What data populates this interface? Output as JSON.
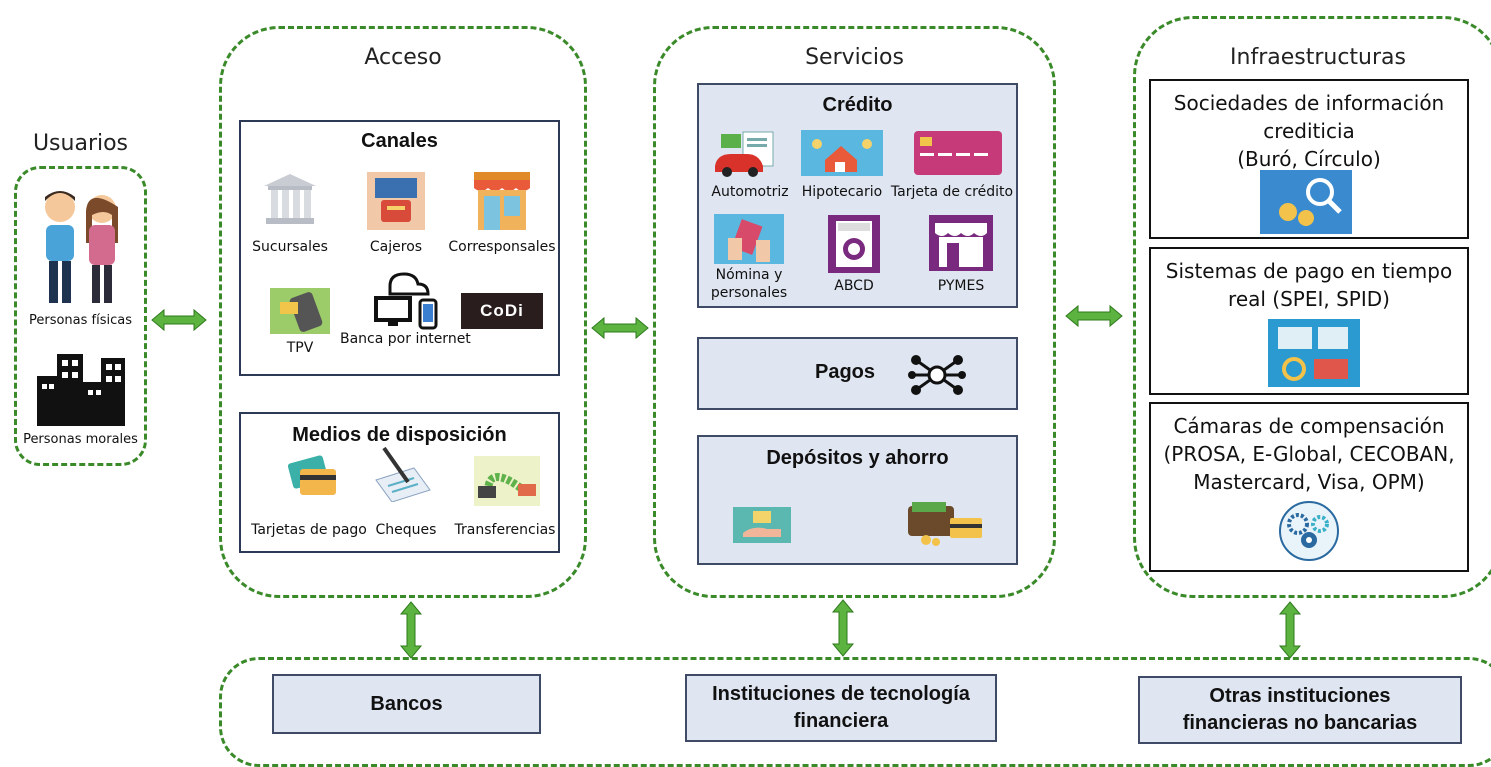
{
  "usuarios": {
    "title": "Usuarios",
    "fisicas": "Personas físicas",
    "morales": "Personas morales"
  },
  "acceso": {
    "title": "Acceso",
    "canales": {
      "title": "Canales",
      "items": [
        "Sucursales",
        "Cajeros",
        "Corresponsales",
        "TPV",
        "Banca por internet",
        "CoDi"
      ]
    },
    "medios": {
      "title": "Medios de disposición",
      "items": [
        "Tarjetas de pago",
        "Cheques",
        "Transferencias"
      ]
    }
  },
  "servicios": {
    "title": "Servicios",
    "credito": {
      "title": "Crédito",
      "items": [
        "Automotriz",
        "Hipotecario",
        "Tarjeta de crédito",
        "Nómina y\npersonales",
        "ABCD",
        "PYMES"
      ]
    },
    "pagos": "Pagos",
    "depositos": "Depósitos y ahorro"
  },
  "infra": {
    "title": "Infraestructuras",
    "items": [
      "Sociedades de información\ncrediticia\n(Buró, Círculo)",
      "Sistemas de pago en tiempo\nreal (SPEI, SPID)",
      "Cámaras de compensación\n(PROSA, E-Global, CECOBAN,\nMastercard, Visa, OPM)"
    ]
  },
  "bottom": {
    "bancos": "Bancos",
    "itf": "Instituciones de tecnología\nfinanciera",
    "otras": "Otras instituciones\nfinancieras no bancarias"
  },
  "colors": {
    "dash": "#3a8a2a",
    "arrow": "#5db33f",
    "box_fill": "#dfe5f1",
    "box_border": "#2d3a55"
  }
}
